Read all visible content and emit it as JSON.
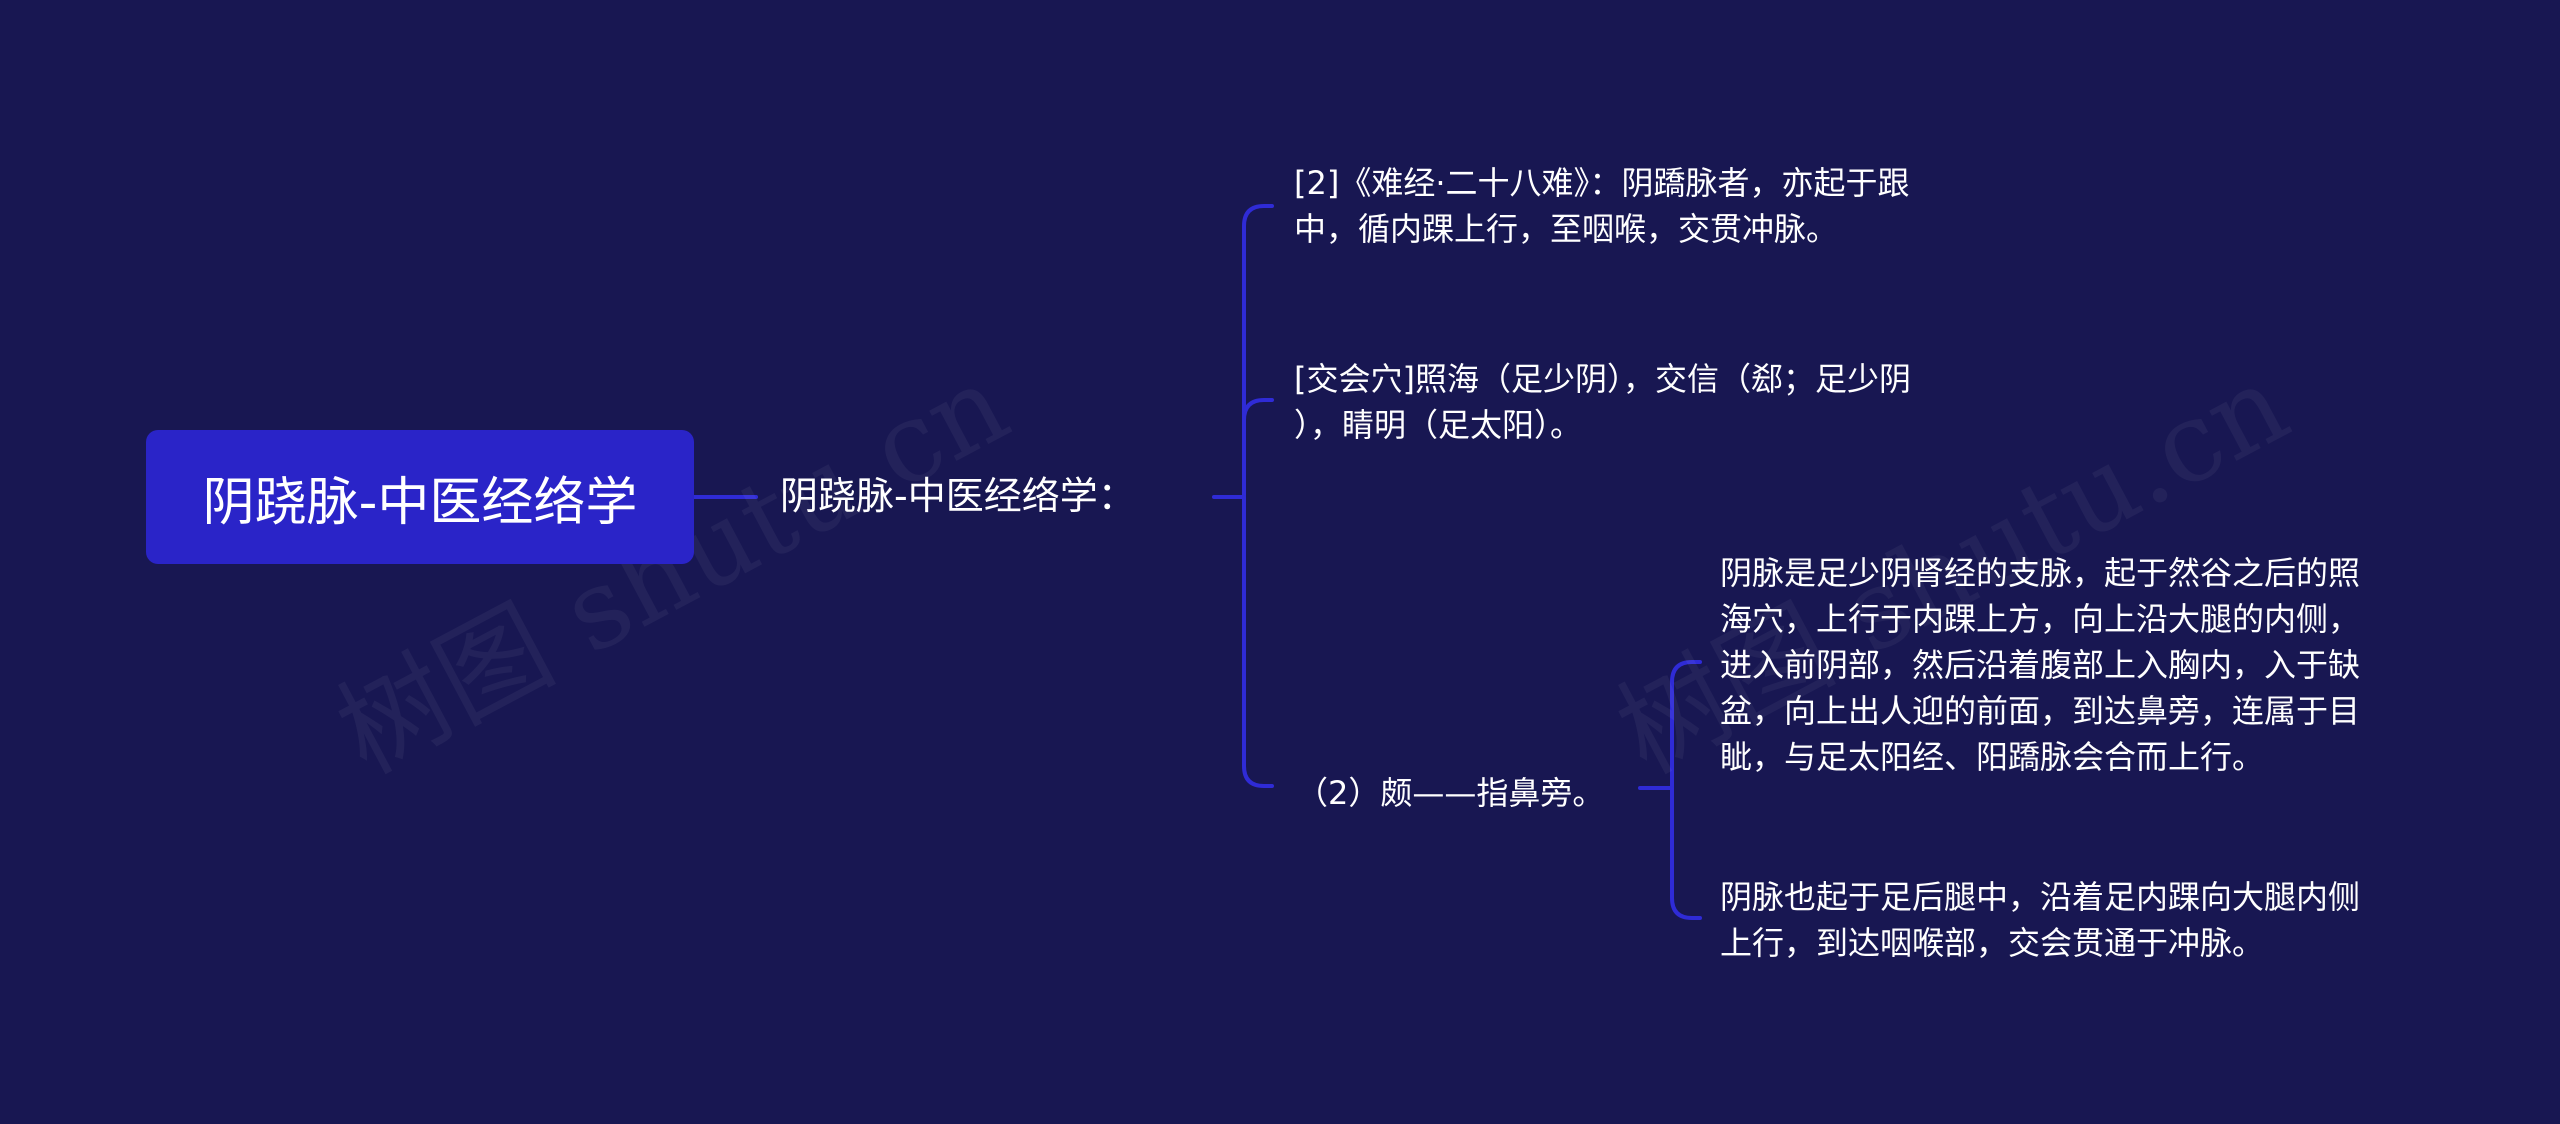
{
  "root": {
    "label": "阴跷脉-中医经络学"
  },
  "middle": {
    "label": "阴跷脉-中医经络学："
  },
  "branches": [
    {
      "lines": [
        "[2]《难经·二十八难》：阴蹻脉者，亦起于跟",
        "中，循内踝上行，至咽喉，交贯冲脉。"
      ]
    },
    {
      "lines": [
        "[交会穴]照海（足少阴），交信（郄；足少阴",
        "），睛明（足太阳）。"
      ]
    },
    {
      "lines": [
        "（2）颇——指鼻旁。"
      ]
    }
  ],
  "sub_branches": [
    {
      "lines": [
        "阴脉是足少阴肾经的支脉，起于然谷之后的照",
        "海穴，上行于内踝上方，向上沿大腿的内侧，",
        "进入前阴部，然后沿着腹部上入胸内，入于缺",
        "盆，向上出人迎的前面，到达鼻旁，连属于目",
        "眦，与足太阳经、阳蹻脉会合而上行。"
      ]
    },
    {
      "lines": [
        "阴脉也起于足后腿中，沿着足内踝向大腿内侧",
        "上行，到达咽喉部，交会贯通于冲脉。"
      ]
    }
  ],
  "watermark": "树图 shutu.cn",
  "colors": {
    "background": "#181752",
    "root_fill": "#2a24c8",
    "connector": "#2f2bd6",
    "text": "#ffffff"
  }
}
